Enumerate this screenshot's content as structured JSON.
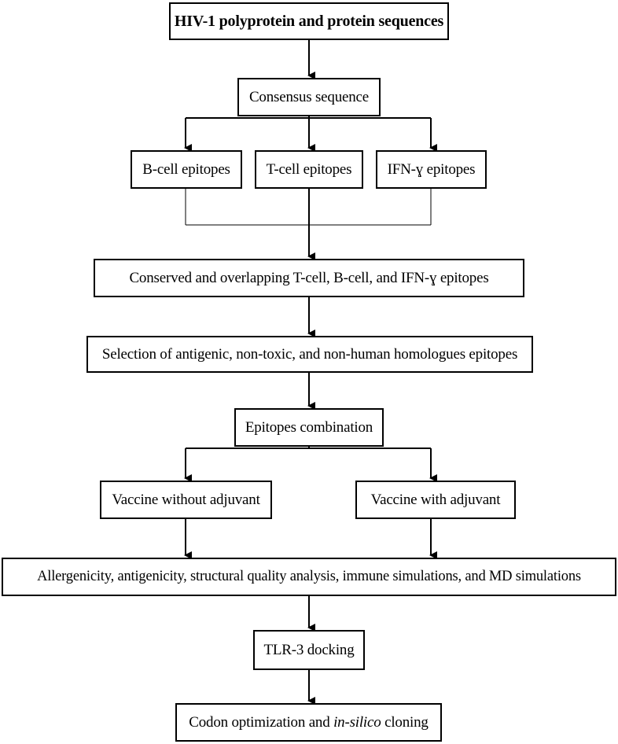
{
  "nodes": {
    "hiv_sequences": "HIV-1 polyprotein and protein sequences",
    "consensus": "Consensus sequence",
    "bcell": "B-cell epitopes",
    "tcell": "T-cell epitopes",
    "ifn": "IFN-ɣ epitopes",
    "conserved": "Conserved and overlapping T-cell, B-cell, and IFN-ɣ epitopes",
    "selection": "Selection of antigenic, non-toxic, and non-human homologues epitopes",
    "combination": "Epitopes combination",
    "without_adjuvant": "Vaccine without adjuvant",
    "with_adjuvant": "Vaccine with adjuvant",
    "analysis": "Allergenicity, antigenicity, structural quality analysis, immune simulations, and MD simulations",
    "docking": "TLR-3 docking",
    "cloning_prefix": "Codon optimization and ",
    "cloning_italic": "in-silico",
    "cloning_suffix": " cloning"
  }
}
